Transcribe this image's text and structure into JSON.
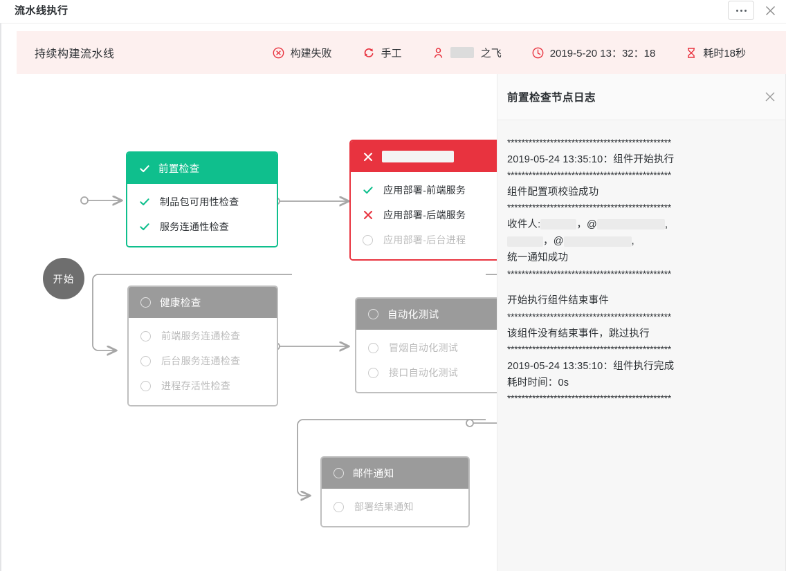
{
  "window": {
    "title": "流水线执行",
    "more_icon": "more-dots-icon",
    "close_icon": "close-icon"
  },
  "summary": {
    "pipeline_name": "持续构建流水线",
    "status": {
      "icon": "error-circle-icon",
      "label": "构建失败",
      "color": "#e8333f"
    },
    "trigger": {
      "icon": "refresh-icon",
      "label": "手工"
    },
    "user": {
      "icon": "user-icon",
      "label": "之飞",
      "redacted": true
    },
    "time": {
      "icon": "clock-icon",
      "label": "2019-5-20 13：32：18"
    },
    "duration": {
      "icon": "hourglass-icon",
      "label": "耗时18秒"
    },
    "background": "#fdf0ef"
  },
  "canvas": {
    "start_node": {
      "label": "开始",
      "color": "#6e6e6e"
    },
    "nodes": [
      {
        "id": "pre-check",
        "state": "success",
        "accent": "#0fbf8d",
        "head": {
          "mark": "check",
          "label": "前置检查",
          "redacted": false
        },
        "items": [
          {
            "mark": "check",
            "label": "制品包可用性检查",
            "state": "ok"
          },
          {
            "mark": "check",
            "label": "服务连通性检查",
            "state": "ok"
          }
        ]
      },
      {
        "id": "app-deploy",
        "state": "fail",
        "accent": "#e8333f",
        "head": {
          "mark": "cross",
          "label": "",
          "redacted": true
        },
        "items": [
          {
            "mark": "check",
            "label": "应用部署-前端服务",
            "state": "ok"
          },
          {
            "mark": "cross",
            "label": "应用部署-后端服务",
            "state": "fail"
          },
          {
            "mark": "circle",
            "label": "应用部署-后台进程",
            "state": "idle"
          }
        ]
      },
      {
        "id": "health-check",
        "state": "idle",
        "accent": "#9b9b9b",
        "head": {
          "mark": "circle",
          "label": "健康检查",
          "redacted": false
        },
        "items": [
          {
            "mark": "circle",
            "label": "前端服务连通检查",
            "state": "idle"
          },
          {
            "mark": "circle",
            "label": "后台服务连通检查",
            "state": "idle"
          },
          {
            "mark": "circle",
            "label": "进程存活性检查",
            "state": "idle"
          }
        ]
      },
      {
        "id": "auto-test",
        "state": "idle",
        "accent": "#9b9b9b",
        "head": {
          "mark": "circle",
          "label": "自动化测试",
          "redacted": false
        },
        "items": [
          {
            "mark": "circle",
            "label": "冒烟自动化测试",
            "state": "idle"
          },
          {
            "mark": "circle",
            "label": "接口自动化测试",
            "state": "idle"
          }
        ]
      },
      {
        "id": "mail-notify",
        "state": "idle",
        "accent": "#9b9b9b",
        "head": {
          "mark": "circle",
          "label": "邮件通知",
          "redacted": false
        },
        "items": [
          {
            "mark": "circle",
            "label": "部署结果通知",
            "state": "idle"
          }
        ]
      }
    ]
  },
  "drawer": {
    "title": "前置检查节点日志",
    "close_icon": "close-icon",
    "log": [
      {
        "type": "stars",
        "text": "**********************************************"
      },
      {
        "type": "text",
        "text": "2019-05-24 13:35:10：组件开始执行"
      },
      {
        "type": "stars",
        "text": "**********************************************"
      },
      {
        "type": "text",
        "text": "组件配置项校验成功"
      },
      {
        "type": "stars",
        "text": "**********************************************"
      },
      {
        "type": "redacted-mail",
        "prefix": "收件人:",
        "middle": "，@",
        "suffix": ","
      },
      {
        "type": "redacted-mail2",
        "middle": "，",
        "at": "@",
        "suffix": ","
      },
      {
        "type": "text",
        "text": "统一通知成功"
      },
      {
        "type": "stars",
        "text": "**********************************************"
      },
      {
        "type": "blank",
        "text": ""
      },
      {
        "type": "text",
        "text": "开始执行组件结束事件"
      },
      {
        "type": "stars",
        "text": "**********************************************"
      },
      {
        "type": "text",
        "text": "该组件没有结束事件，跳过执行"
      },
      {
        "type": "stars",
        "text": "**********************************************"
      },
      {
        "type": "text",
        "text": "2019-05-24 13:35:10：组件执行完成"
      },
      {
        "type": "text",
        "text": "耗时时间：0s"
      },
      {
        "type": "stars",
        "text": "**********************************************"
      }
    ]
  }
}
